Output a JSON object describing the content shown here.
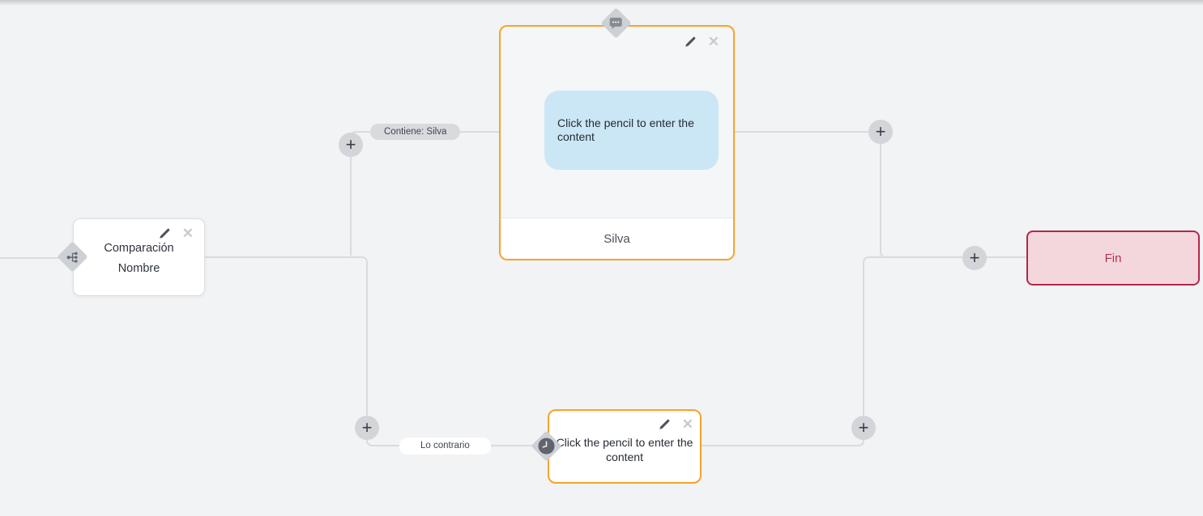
{
  "flow": {
    "condition_node": {
      "title_line1": "Comparación",
      "title_line2": "Nombre"
    },
    "message_node": {
      "bubble_text": "Click the pencil to enter the content",
      "footer_label": "Silva"
    },
    "action_node": {
      "placeholder_text": "Click the pencil to enter the content"
    },
    "end_node": {
      "label": "Fin"
    },
    "edge_labels": {
      "match": "Contiene: Silva",
      "otherwise": "Lo contrario"
    }
  },
  "controls": {
    "add": "+",
    "delete": "✕"
  },
  "icons": {
    "condition_node_badge": "branch-icon",
    "message_node_badge": "chat-bubble-icon",
    "action_node_badge": "clock-icon",
    "edit": "pencil-icon",
    "remove": "close-icon"
  },
  "colors": {
    "canvas_bg": "#f2f3f5",
    "connector_line": "#d9dbde",
    "accent_orange": "#f9a229",
    "bubble_blue": "#cbe7f5",
    "end_node_bg": "#f4d7dc",
    "end_node_border": "#b32746",
    "end_node_text": "#b3314e"
  }
}
